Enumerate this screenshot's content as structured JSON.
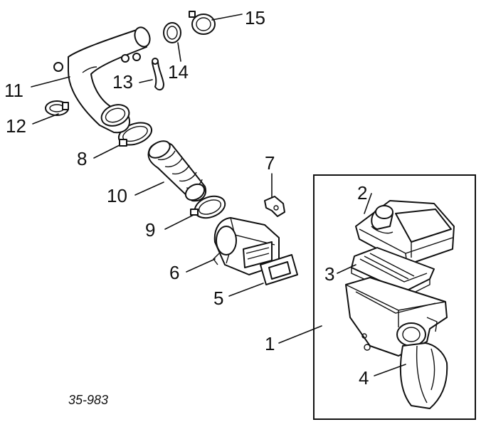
{
  "diagram": {
    "reference": "35-983",
    "parts": [
      {
        "id": "p1",
        "label": "1"
      },
      {
        "id": "p2",
        "label": "2"
      },
      {
        "id": "p3",
        "label": "3"
      },
      {
        "id": "p4",
        "label": "4"
      },
      {
        "id": "p5",
        "label": "5"
      },
      {
        "id": "p6",
        "label": "6"
      },
      {
        "id": "p7",
        "label": "7"
      },
      {
        "id": "p8",
        "label": "8"
      },
      {
        "id": "p9",
        "label": "9"
      },
      {
        "id": "p10",
        "label": "10"
      },
      {
        "id": "p11",
        "label": "11"
      },
      {
        "id": "p12",
        "label": "12"
      },
      {
        "id": "p13",
        "label": "13"
      },
      {
        "id": "p14",
        "label": "14"
      },
      {
        "id": "p15",
        "label": "15"
      }
    ]
  }
}
